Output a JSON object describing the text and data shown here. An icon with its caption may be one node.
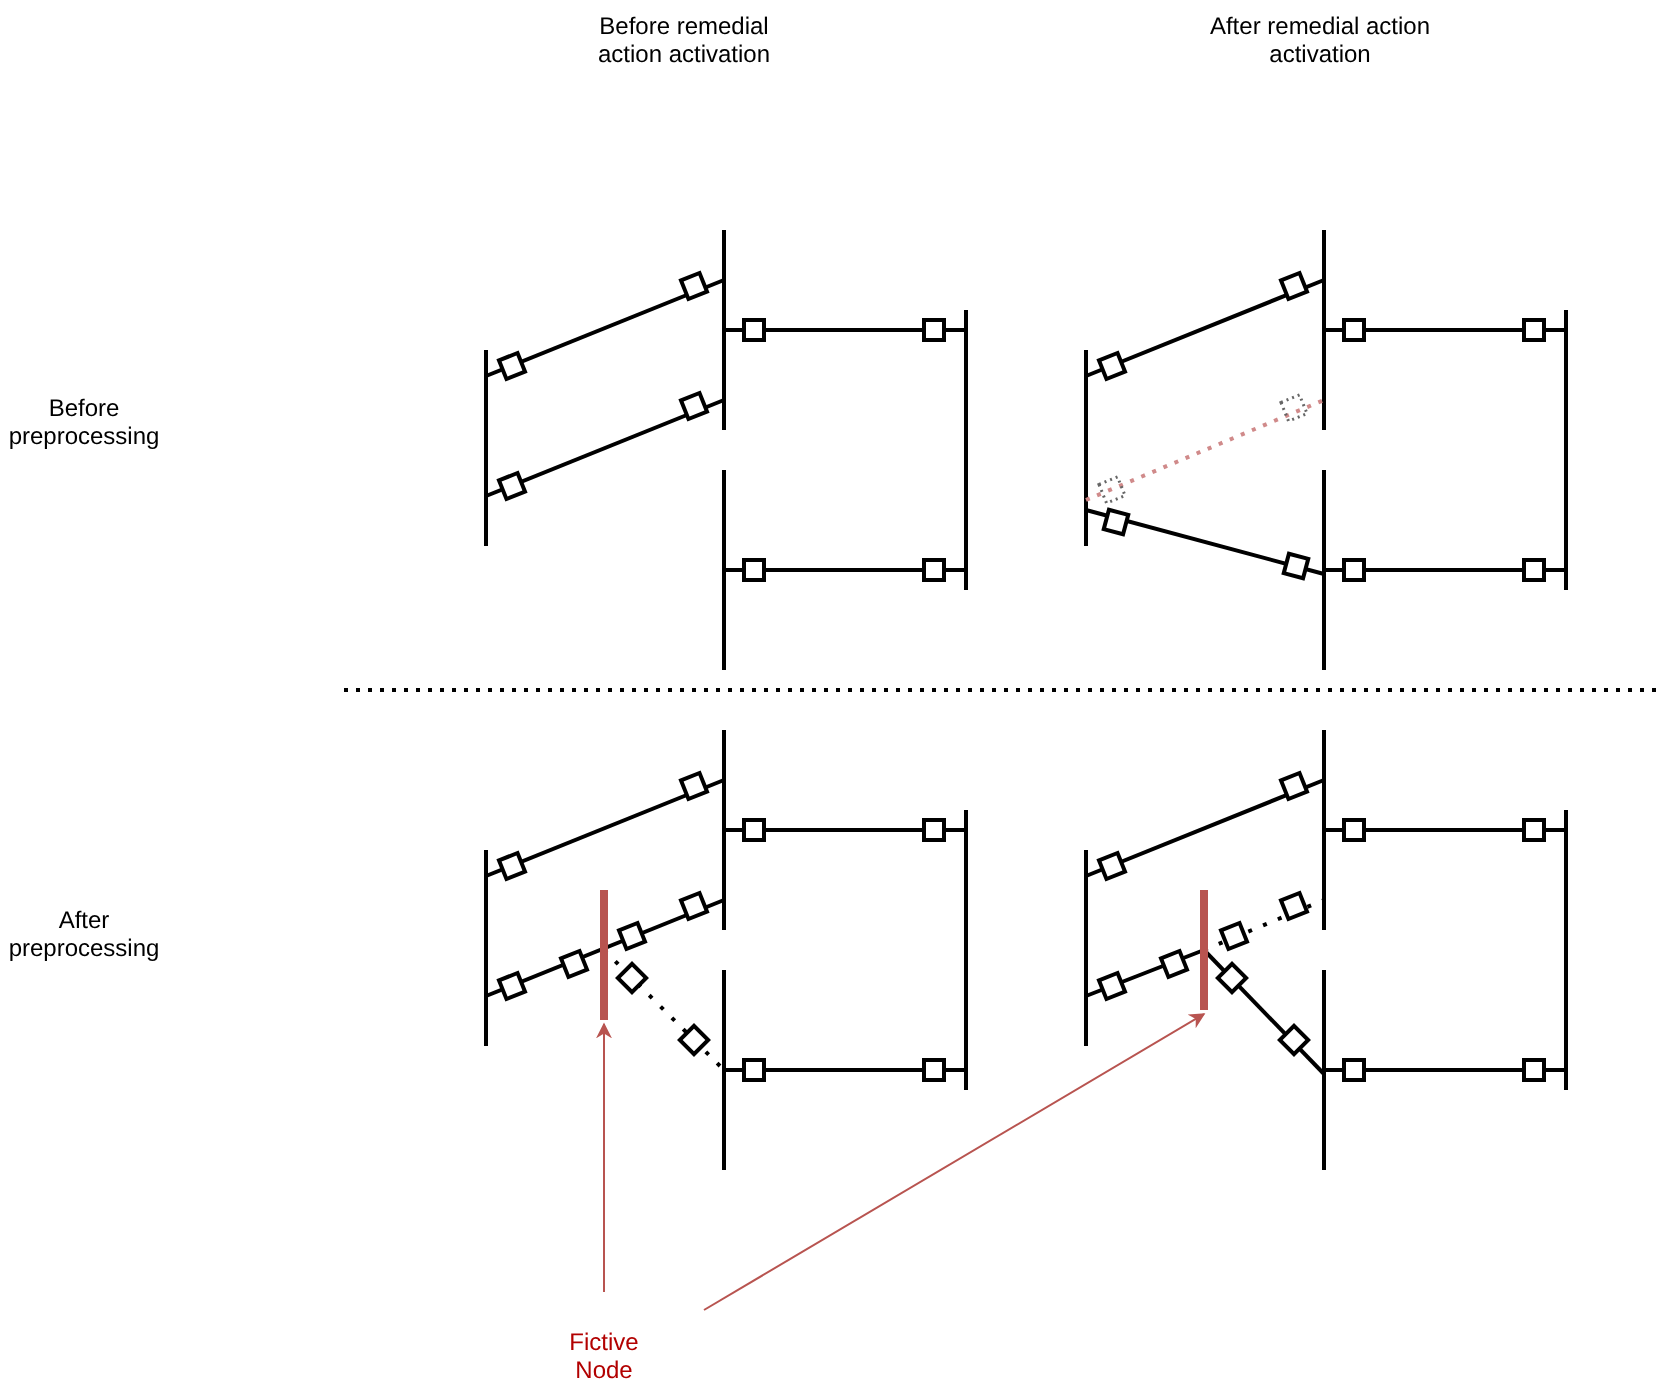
{
  "diagram": {
    "nodes": [
      {
        "text": [
          "Fictive Node"
        ]
      },
      {
        "text": [],
        "shape": "bar"
      },
      {
        "text": [],
        "shape": "bar"
      }
    ],
    "edges": [
      {
        "from": 0,
        "to": 1,
        "arrow": "to"
      },
      {
        "from": 0,
        "to": 2,
        "arrow": "to"
      }
    ],
    "labels": [
      "Before remedial action activation",
      "After remedial action activation",
      "Before preprocessing",
      "After preprocessing"
    ]
  }
}
